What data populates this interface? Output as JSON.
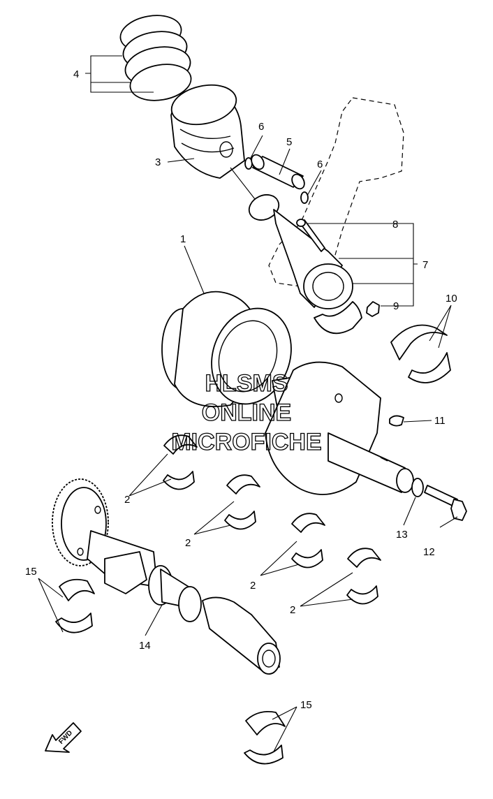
{
  "labels": {
    "l1": "1",
    "l2a": "2",
    "l2b": "2",
    "l2c": "2",
    "l2d": "2",
    "l3": "3",
    "l4": "4",
    "l5": "5",
    "l6a": "6",
    "l6b": "6",
    "l7": "7",
    "l8": "8",
    "l9": "9",
    "l10": "10",
    "l11": "11",
    "l12": "12",
    "l13": "13",
    "l14": "14",
    "l15a": "15",
    "l15b": "15"
  },
  "watermark": {
    "line1": "HLSMS",
    "line2": "ONLINE",
    "line3": "MICROFICHE"
  },
  "fwd_arrow": {
    "text": "FWD"
  }
}
